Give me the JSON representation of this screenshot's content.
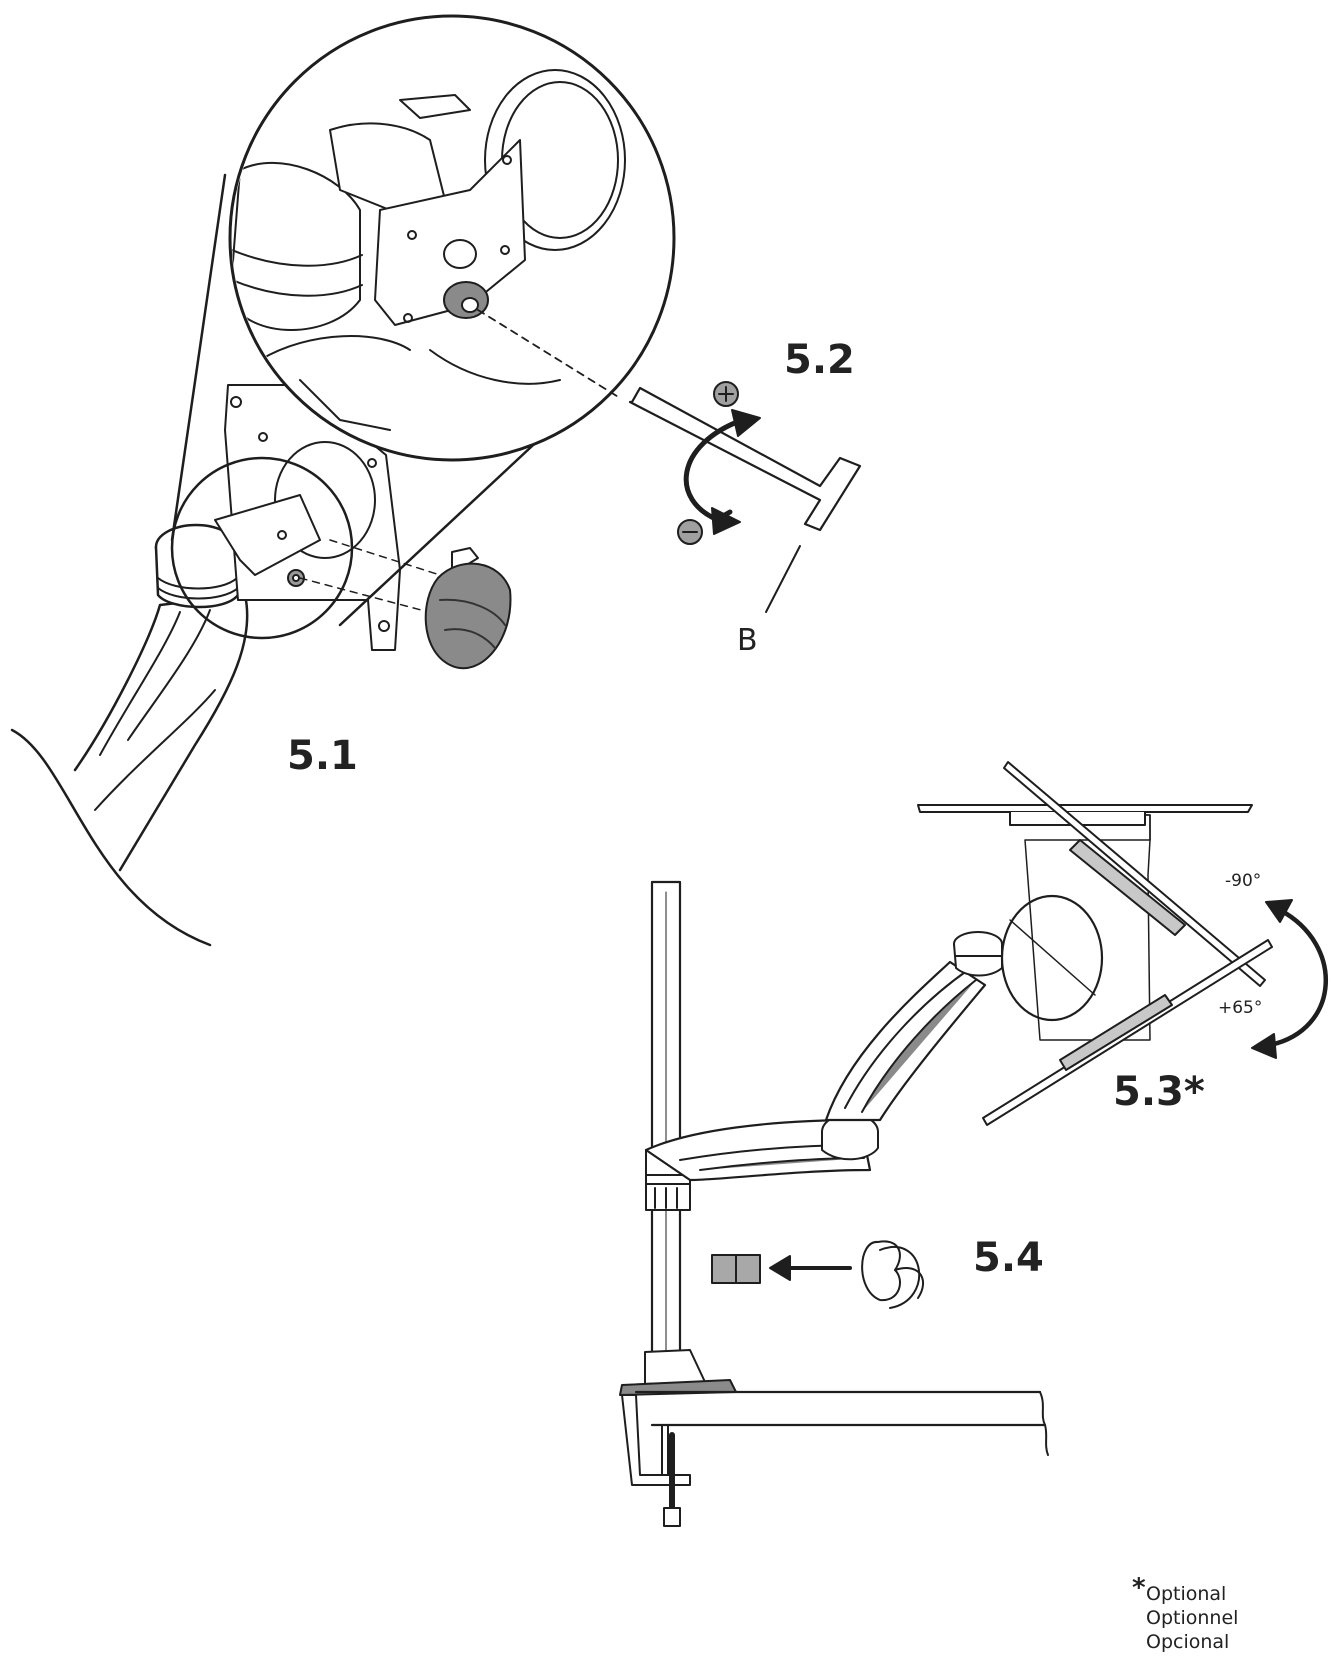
{
  "steps": {
    "s51": "5.1",
    "s52": "5.2",
    "s53": "5.3*",
    "s54": "5.4"
  },
  "callout_b": "B",
  "tilt": {
    "up": "-90°",
    "down": "+65°"
  },
  "note": {
    "star": "*",
    "lines": [
      "Optional",
      "Optionnel",
      "Opcional"
    ]
  },
  "colors": {
    "line": "#1e1e1e",
    "gray": "#8a8a8a",
    "light_gray": "#c8c8c8"
  },
  "icons": {
    "plus": "plus-circle-icon",
    "minus": "minus-circle-icon"
  }
}
